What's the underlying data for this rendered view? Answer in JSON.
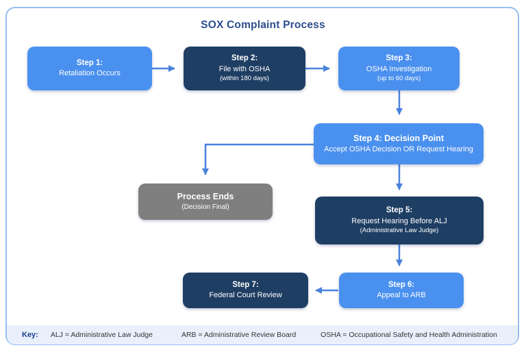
{
  "title": "SOX Complaint Process",
  "nodes": [
    {
      "id": "step1",
      "title": "Step 1:",
      "line2": "Retaliation Occurs"
    },
    {
      "id": "step2",
      "title": "Step 2:",
      "line2": "File with OSHA",
      "line3": "(within 180 days)"
    },
    {
      "id": "step3",
      "title": "Step 3:",
      "line2": "OSHA Investigation",
      "line3": "(up to 60 days)"
    },
    {
      "id": "step4",
      "title": "Step 4: Decision Point",
      "line2": "Accept OSHA Decision OR Request Hearing"
    },
    {
      "id": "process_ends",
      "title": "Process Ends",
      "line3": "(Decision Final)"
    },
    {
      "id": "step5",
      "title": "Step 5:",
      "line2": "Request Hearing Before ALJ",
      "line3": "(Administrative Law Judge)"
    },
    {
      "id": "step6",
      "title": "Step 6:",
      "line2": "Appeal to ARB"
    },
    {
      "id": "step7",
      "title": "Step 7:",
      "line2": "Federal Court Review"
    }
  ],
  "key": {
    "label": "Key:",
    "items": [
      "ALJ = Administrative Law Judge",
      "ARB = Administrative Review Board",
      "OSHA = Occupational Safety and Health Administration"
    ]
  },
  "colors": {
    "node_light": "#4a90ee",
    "node_dark": "#1f3e63",
    "node_gray": "#7f7f7f",
    "arrow": "#4a82dd",
    "title_text": "#2c4d8e",
    "key_label": "#1a3f8f",
    "key_bg": "#e9effb",
    "frame_border": "#97bdf3"
  }
}
